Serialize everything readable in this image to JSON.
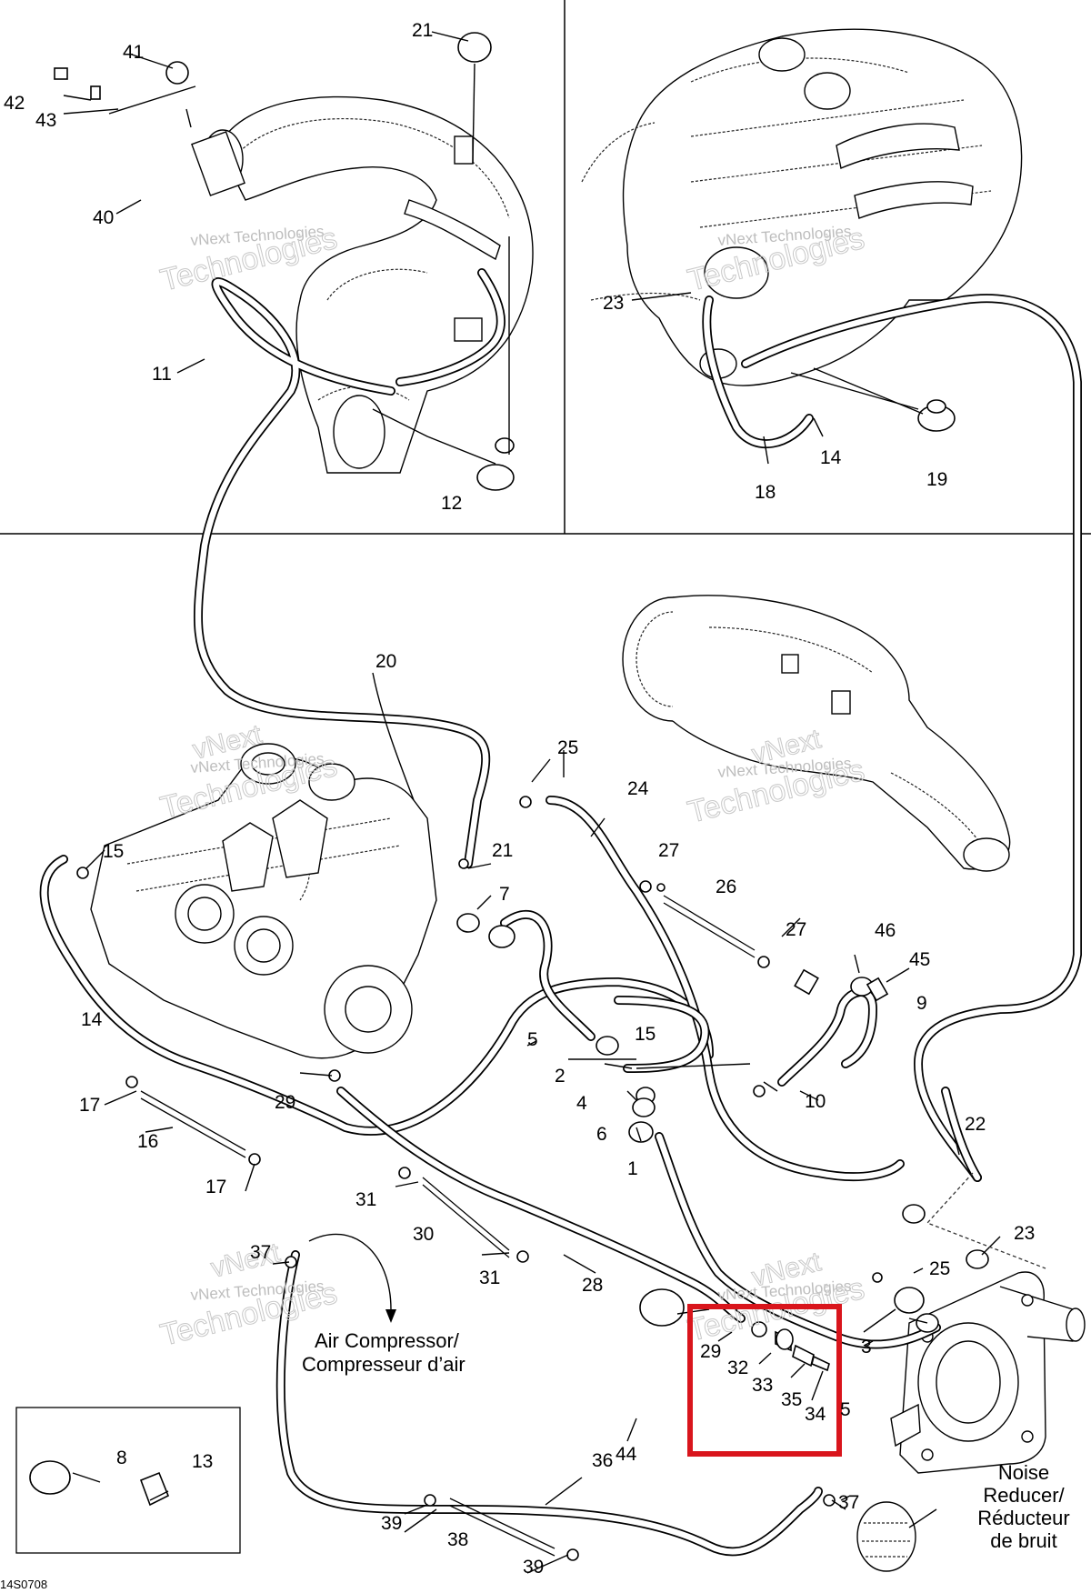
{
  "diagram": {
    "document_code": "14S0708",
    "callouts": [
      "1",
      "2",
      "3",
      "4",
      "5",
      "5",
      "6",
      "7",
      "8",
      "9",
      "10",
      "11",
      "12",
      "13",
      "14",
      "14",
      "15",
      "15",
      "16",
      "17",
      "17",
      "18",
      "19",
      "20",
      "21",
      "21",
      "22",
      "23",
      "23",
      "24",
      "25",
      "25",
      "26",
      "27",
      "27",
      "28",
      "29",
      "29",
      "30",
      "31",
      "31",
      "32",
      "33",
      "34",
      "35",
      "36",
      "37",
      "37",
      "38",
      "39",
      "39",
      "40",
      "41",
      "42",
      "43",
      "44",
      "45",
      "46"
    ],
    "annotations": {
      "air_compressor_line1": "Air Compressor/",
      "air_compressor_line2": "Compresseur d’air",
      "noise_reducer_line1": "Noise",
      "noise_reducer_line2": "Reducer/",
      "noise_reducer_line3": "Réducteur",
      "noise_reducer_line4": "de bruit"
    },
    "watermark": {
      "line1": "vNext Technologies",
      "line2": "vNext",
      "line3": "Technologies"
    },
    "highlight_color": "#d9151c",
    "ink_color": "#000000"
  }
}
